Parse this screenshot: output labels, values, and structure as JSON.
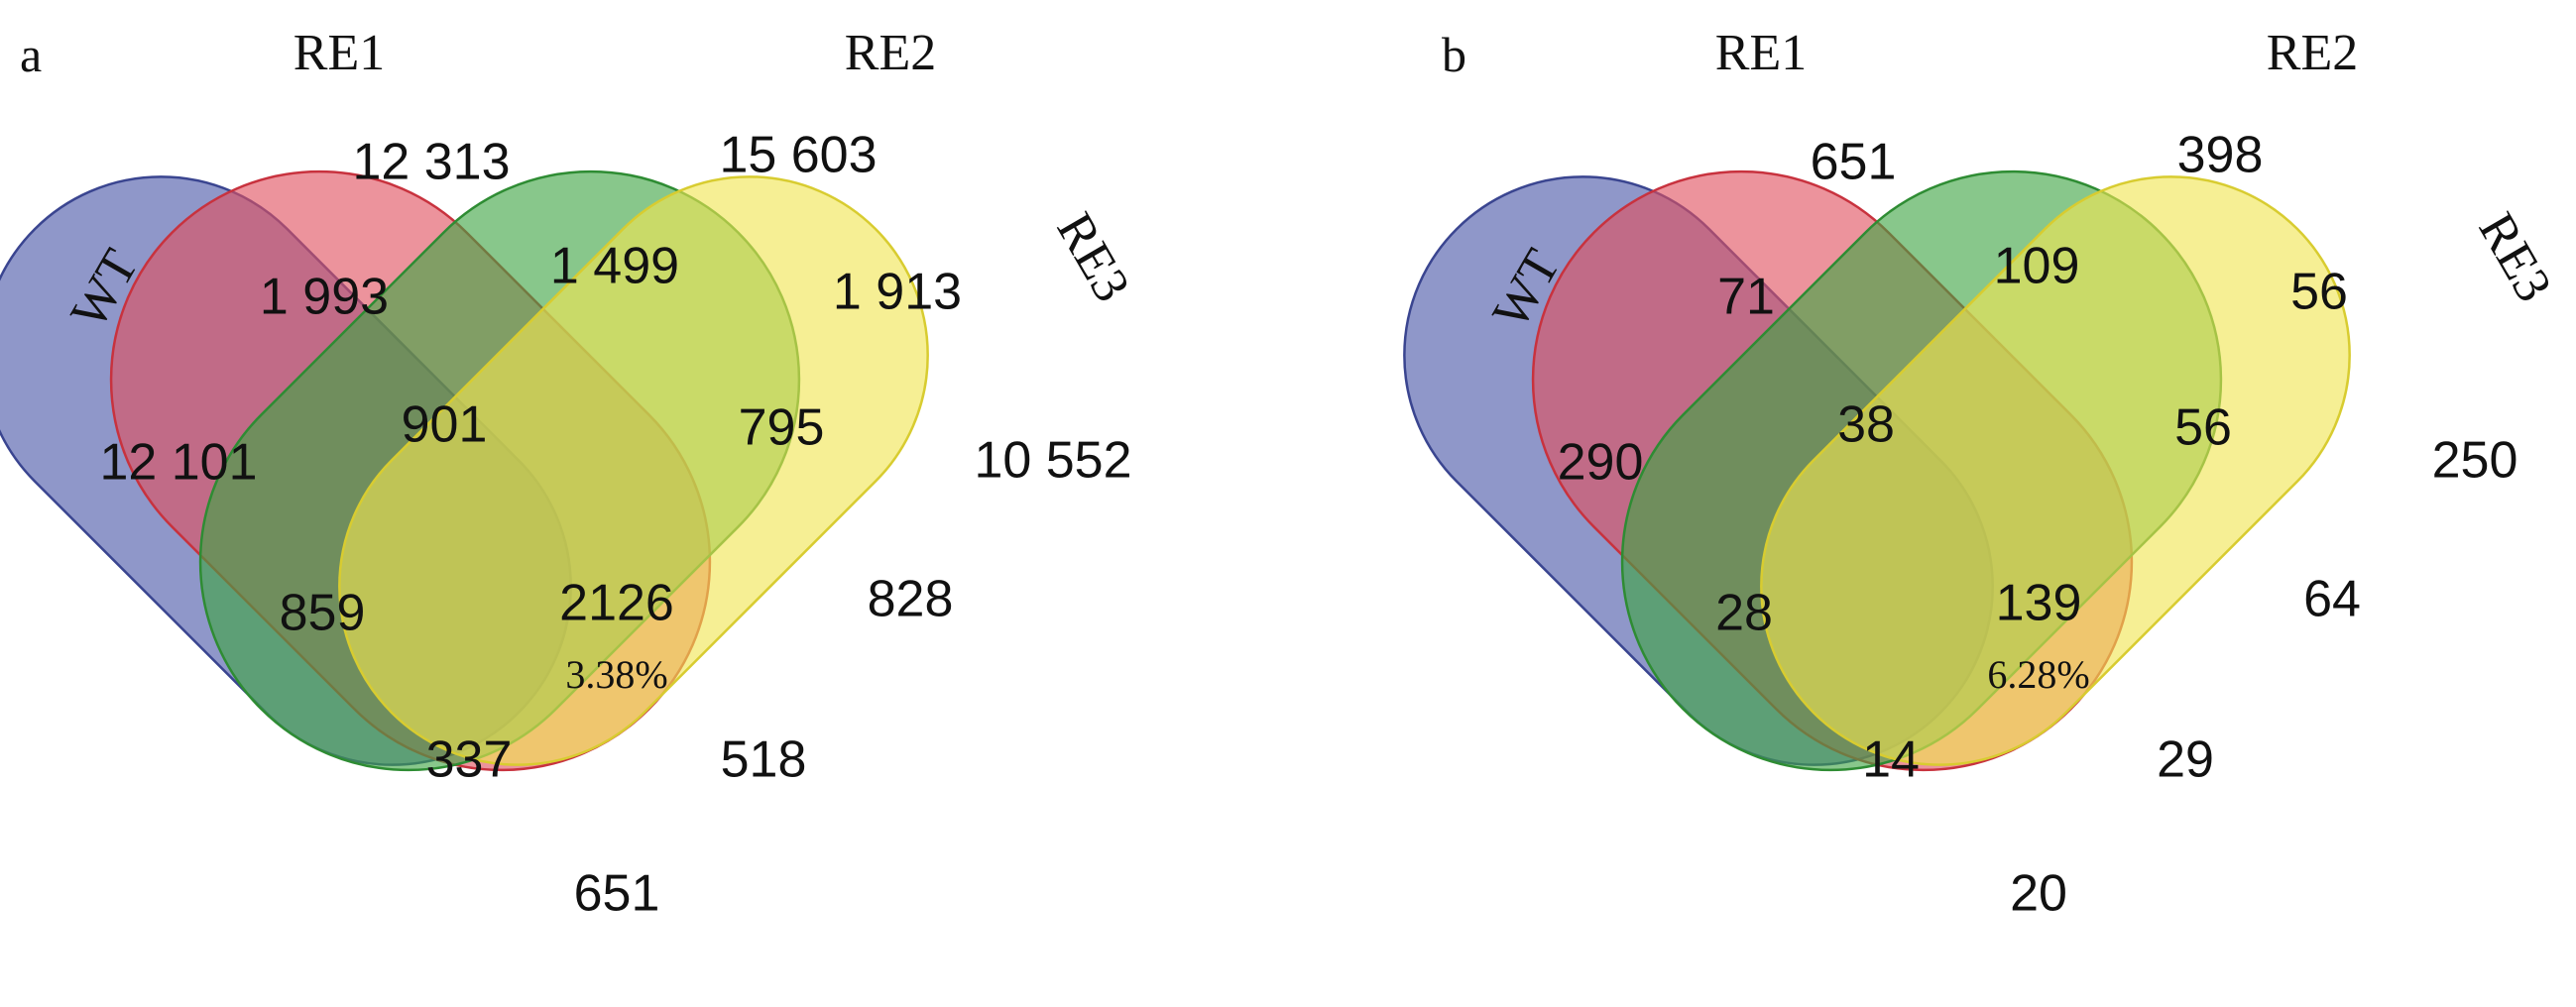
{
  "panels": [
    {
      "letter": "a",
      "sets": [
        {
          "name": "WT",
          "fill": "#4a57a8",
          "stroke": "#3a4590"
        },
        {
          "name": "RE1",
          "fill": "#e05060",
          "stroke": "#c8323e"
        },
        {
          "name": "RE2",
          "fill": "#3fa444",
          "stroke": "#2e8c33"
        },
        {
          "name": "RE3",
          "fill": "#f0e552",
          "stroke": "#d8cc30"
        }
      ],
      "regions": [
        {
          "sets": "WT",
          "count": "12 101"
        },
        {
          "sets": "RE1",
          "count": "12 313"
        },
        {
          "sets": "RE2",
          "count": "15 603"
        },
        {
          "sets": "RE3",
          "count": "10 552"
        },
        {
          "sets": "WT∩RE1",
          "count": "1 993"
        },
        {
          "sets": "RE1∩RE2",
          "count": "1 499"
        },
        {
          "sets": "RE2∩RE3",
          "count": "1 913"
        },
        {
          "sets": "WT∩RE1∩RE2",
          "count": "901"
        },
        {
          "sets": "RE1∩RE2∩RE3",
          "count": "795"
        },
        {
          "sets": "WT∩RE2",
          "count": "859"
        },
        {
          "sets": "RE1∩RE3",
          "count": "828"
        },
        {
          "sets": "WT∩RE1∩RE2∩RE3",
          "count": "2126"
        },
        {
          "sets": "WT∩RE2∩RE3",
          "count": "337"
        },
        {
          "sets": "WT∩RE1∩RE3",
          "count": "518"
        },
        {
          "sets": "WT∩RE3",
          "count": "651"
        }
      ],
      "percent": "3.38%"
    },
    {
      "letter": "b",
      "sets": [
        {
          "name": "WT",
          "fill": "#4a57a8",
          "stroke": "#3a4590"
        },
        {
          "name": "RE1",
          "fill": "#e05060",
          "stroke": "#c8323e"
        },
        {
          "name": "RE2",
          "fill": "#3fa444",
          "stroke": "#2e8c33"
        },
        {
          "name": "RE3",
          "fill": "#f0e552",
          "stroke": "#d8cc30"
        }
      ],
      "regions": [
        {
          "sets": "WT",
          "count": "290"
        },
        {
          "sets": "RE1",
          "count": "651"
        },
        {
          "sets": "RE2",
          "count": "398"
        },
        {
          "sets": "RE3",
          "count": "250"
        },
        {
          "sets": "WT∩RE1",
          "count": "71"
        },
        {
          "sets": "RE1∩RE2",
          "count": "109"
        },
        {
          "sets": "RE2∩RE3",
          "count": "56"
        },
        {
          "sets": "WT∩RE1∩RE2",
          "count": "38"
        },
        {
          "sets": "RE1∩RE2∩RE3",
          "count": "56"
        },
        {
          "sets": "WT∩RE2",
          "count": "28"
        },
        {
          "sets": "RE1∩RE3",
          "count": "64"
        },
        {
          "sets": "WT∩RE1∩RE2∩RE3",
          "count": "139"
        },
        {
          "sets": "WT∩RE2∩RE3",
          "count": "14"
        },
        {
          "sets": "WT∩RE1∩RE3",
          "count": "29"
        },
        {
          "sets": "WT∩RE3",
          "count": "20"
        }
      ],
      "percent": "6.28%"
    }
  ]
}
